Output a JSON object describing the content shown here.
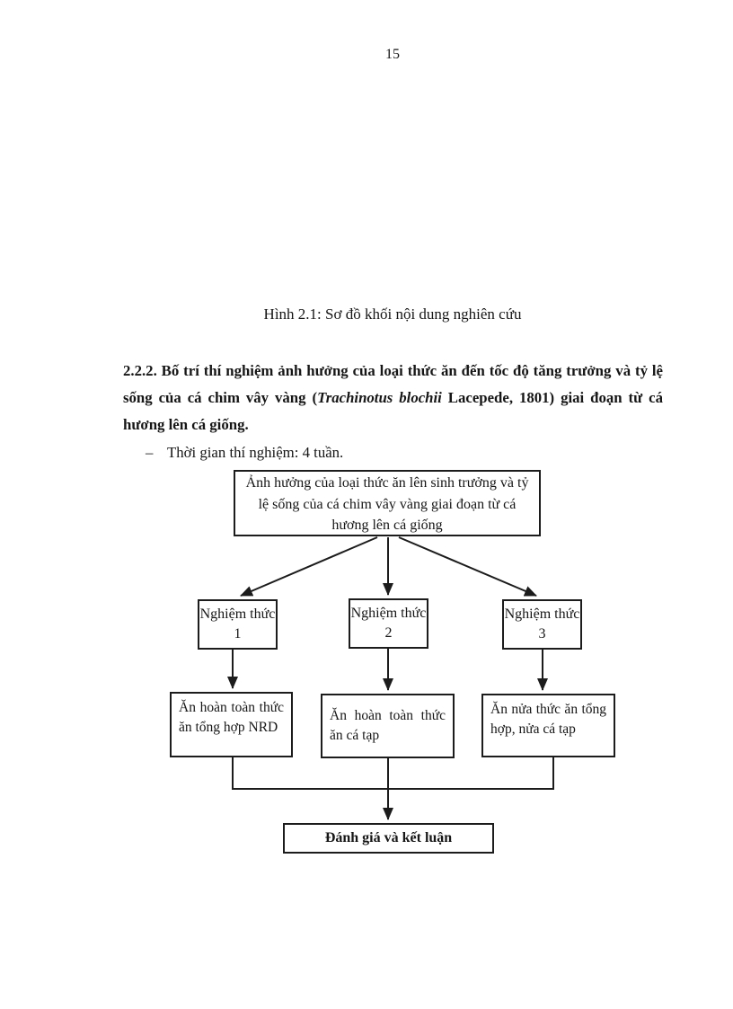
{
  "page": {
    "number": "15",
    "caption": "Hình 2.1: Sơ đồ khối nội dung nghiên cứu"
  },
  "section": {
    "heading_part1": "2.2.2. Bố trí thí nghiệm ảnh hưởng của loại thức ăn đến tốc độ tăng trưởng và tỷ lệ sống của cá chim vây vàng (",
    "heading_italic": "Trachinotus blochii",
    "heading_part2": " Lacepede, 1801) giai đoạn từ cá hương lên cá giống.",
    "bullet_marker": "–",
    "bullet_text": "Thời gian thí nghiệm: 4 tuần."
  },
  "diagram": {
    "root": "Ảnh hưởng của loại thức ăn lên sinh trưởng và tỷ lệ sống của cá chim vây vàng giai đoạn từ cá hương lên cá giống",
    "treatments": [
      {
        "label": "Nghiệm thức 1",
        "feed": "Ăn hoàn toàn thức ăn tổng hợp NRD"
      },
      {
        "label": "Nghiệm thức 2",
        "feed": "Ăn hoàn toàn thức ăn cá tạp"
      },
      {
        "label": "Nghiệm thức 3",
        "feed": "Ăn nửa thức ăn tổng hợp, nửa cá tạp"
      }
    ],
    "conclusion": "Đánh giá và kết luận"
  },
  "colors": {
    "ink": "#1c1c1c",
    "background": "#ffffff"
  }
}
